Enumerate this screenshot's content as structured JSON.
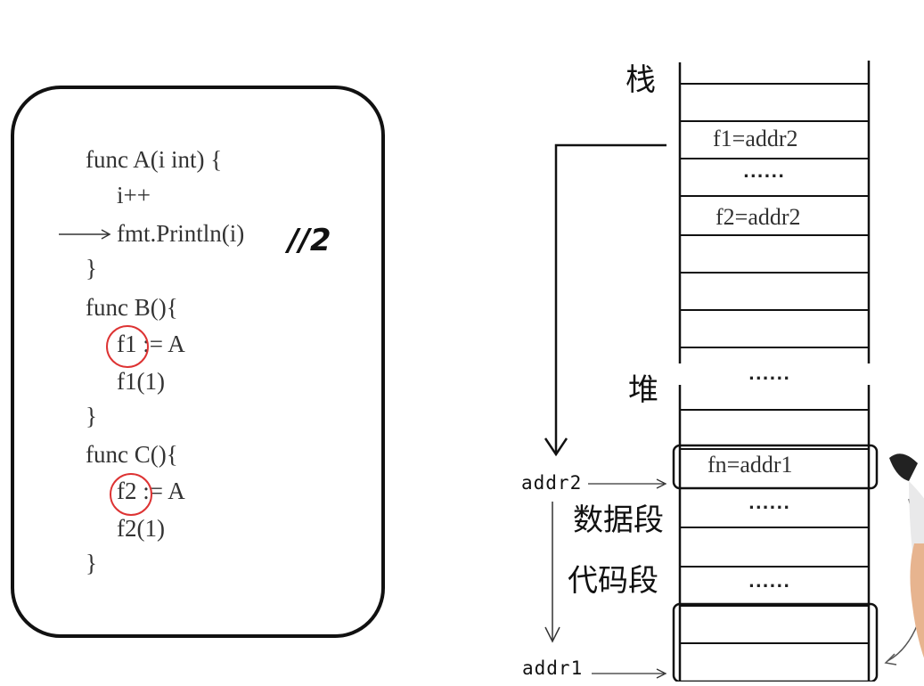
{
  "code": {
    "lines": [
      "func A(i int) {",
      "i++",
      "fmt.Println(i)",
      "}",
      "func B(){",
      "f1 := A",
      "f1(1)",
      "}",
      "func C(){",
      "f2 := A",
      "f2(1)",
      "}"
    ],
    "annotation": "//2"
  },
  "memory": {
    "stack_label": "栈",
    "heap_label": "堆",
    "data_segment_label": "数据段",
    "code_segment_label": "代码段",
    "cells": {
      "f1": "f1=addr2",
      "f2": "f2=addr2",
      "fn": "fn=addr1",
      "dots": "......"
    },
    "addr2": "addr2",
    "addr1": "addr1"
  }
}
